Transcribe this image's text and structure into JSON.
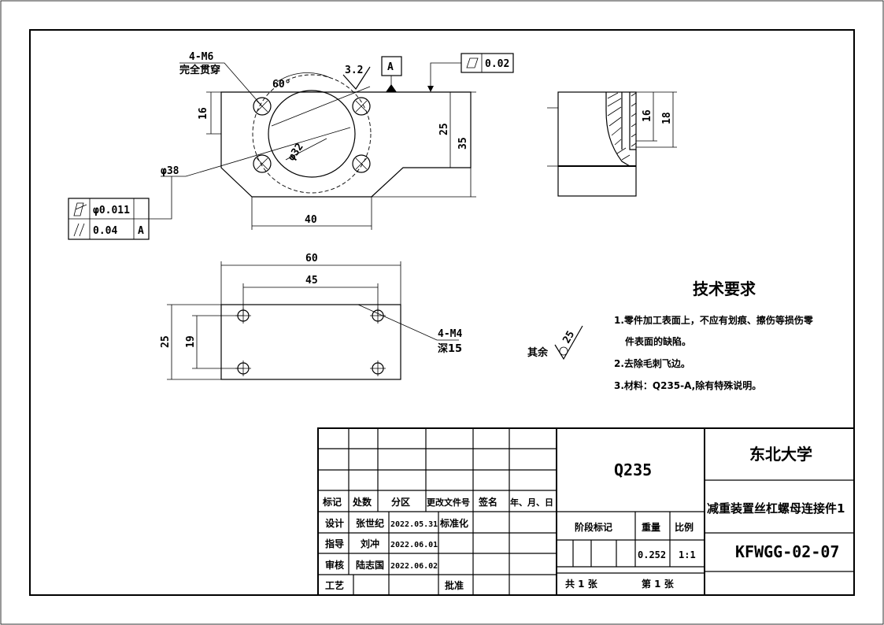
{
  "top_view": {
    "thread_note_1": "4-M6",
    "thread_note_2": "完全贯穿",
    "angle": "60°",
    "roughness": "3.2",
    "datum": "A",
    "flatness_value": "0.02",
    "dim_16": "16",
    "dim_25": "25",
    "dim_35": "35",
    "dim_40": "40",
    "dia_38": "φ38",
    "hole_dia": "φ32",
    "gdt_row1_value": "φ0.011",
    "gdt_row2_value": "0.04",
    "gdt_row2_datum": "A"
  },
  "side_view": {
    "dim_16": "16",
    "dim_18": "18"
  },
  "bottom_view": {
    "dim_60": "60",
    "dim_45": "45",
    "dim_25": "25",
    "dim_19": "19",
    "thread_note_1": "4-M4",
    "thread_note_2": "深15"
  },
  "remaining_roughness": {
    "label": "其余",
    "value": "25"
  },
  "tech_requirements": {
    "title": "技术要求",
    "items": [
      "1.零件加工表面上，不应有划痕、擦伤等损伤零",
      "件表面的缺陷。",
      "2.去除毛刺飞边。",
      "3.材料：Q235-A,除有特殊说明。"
    ]
  },
  "title_block": {
    "material": "Q235",
    "university": "东北大学",
    "part_name": "减重装置丝杠螺母连接件1",
    "drawing_no": "KFWGG-02-07",
    "header_row": [
      "标记",
      "处数",
      "分区",
      "更改文件号",
      "签名",
      "年、月、日"
    ],
    "design_label": "设计",
    "design_name": "张世纪",
    "design_date": "2022.05.31",
    "std_label": "标准化",
    "guide_label": "指导",
    "guide_name": "刘冲",
    "guide_date": "2022.06.01",
    "review_label": "审核",
    "review_name": "陆志国",
    "review_date": "2022.06.02",
    "process_label": "工艺",
    "approve_label": "批准",
    "stage_label": "阶段标记",
    "weight_label": "重量",
    "scale_label": "比例",
    "weight": "0.252",
    "scale": "1:1",
    "sheets_total": "共 1 张",
    "sheet_no": "第 1 张"
  }
}
